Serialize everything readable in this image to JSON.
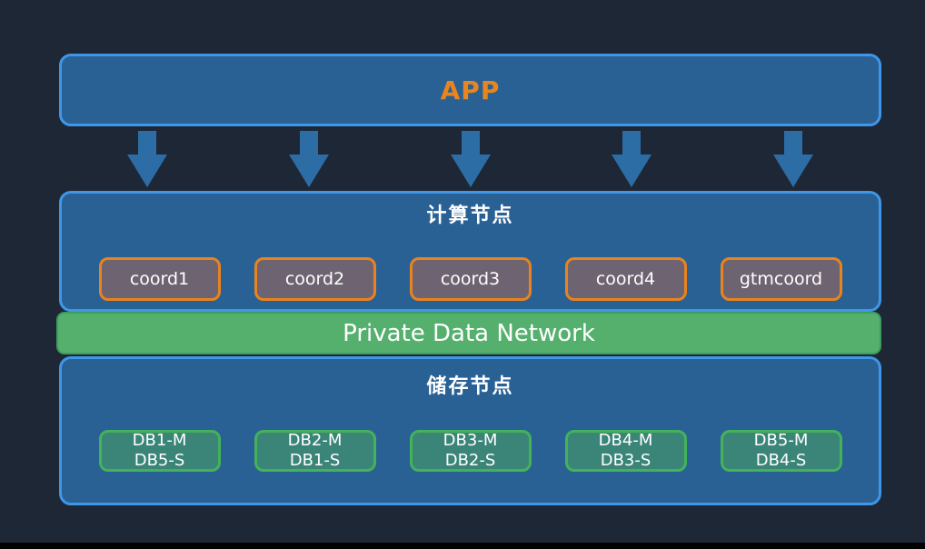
{
  "app": {
    "label": "APP"
  },
  "icons": {
    "flow_arrow": "arrow-down-icon",
    "flow_arrow_count": 5
  },
  "compute": {
    "heading": "计算节点",
    "nodes": [
      "coord1",
      "coord2",
      "coord3",
      "coord4",
      "gtmcoord"
    ]
  },
  "network": {
    "label": "Private Data Network"
  },
  "storage": {
    "heading": "储存节点",
    "nodes": [
      {
        "line1": "DB1-M",
        "line2": "DB5-S"
      },
      {
        "line1": "DB2-M",
        "line2": "DB1-S"
      },
      {
        "line1": "DB3-M",
        "line2": "DB2-S"
      },
      {
        "line1": "DB4-M",
        "line2": "DB3-S"
      },
      {
        "line1": "DB5-M",
        "line2": "DB4-S"
      }
    ]
  },
  "colors": {
    "background": "#1e2736",
    "panel_blue": "#2a6195",
    "panel_border_blue": "#3e97e8",
    "arrow_blue": "#2d6da6",
    "app_text_orange": "#e8851e",
    "coord_fill": "#6e6471",
    "coord_border_orange": "#e8831d",
    "network_green": "#55b06e",
    "network_border_green": "#3f9c5c",
    "db_fill": "#3a8578",
    "db_border_green": "#43b25a",
    "text_white": "#ffffff",
    "bottom_strip_black": "#000000"
  }
}
